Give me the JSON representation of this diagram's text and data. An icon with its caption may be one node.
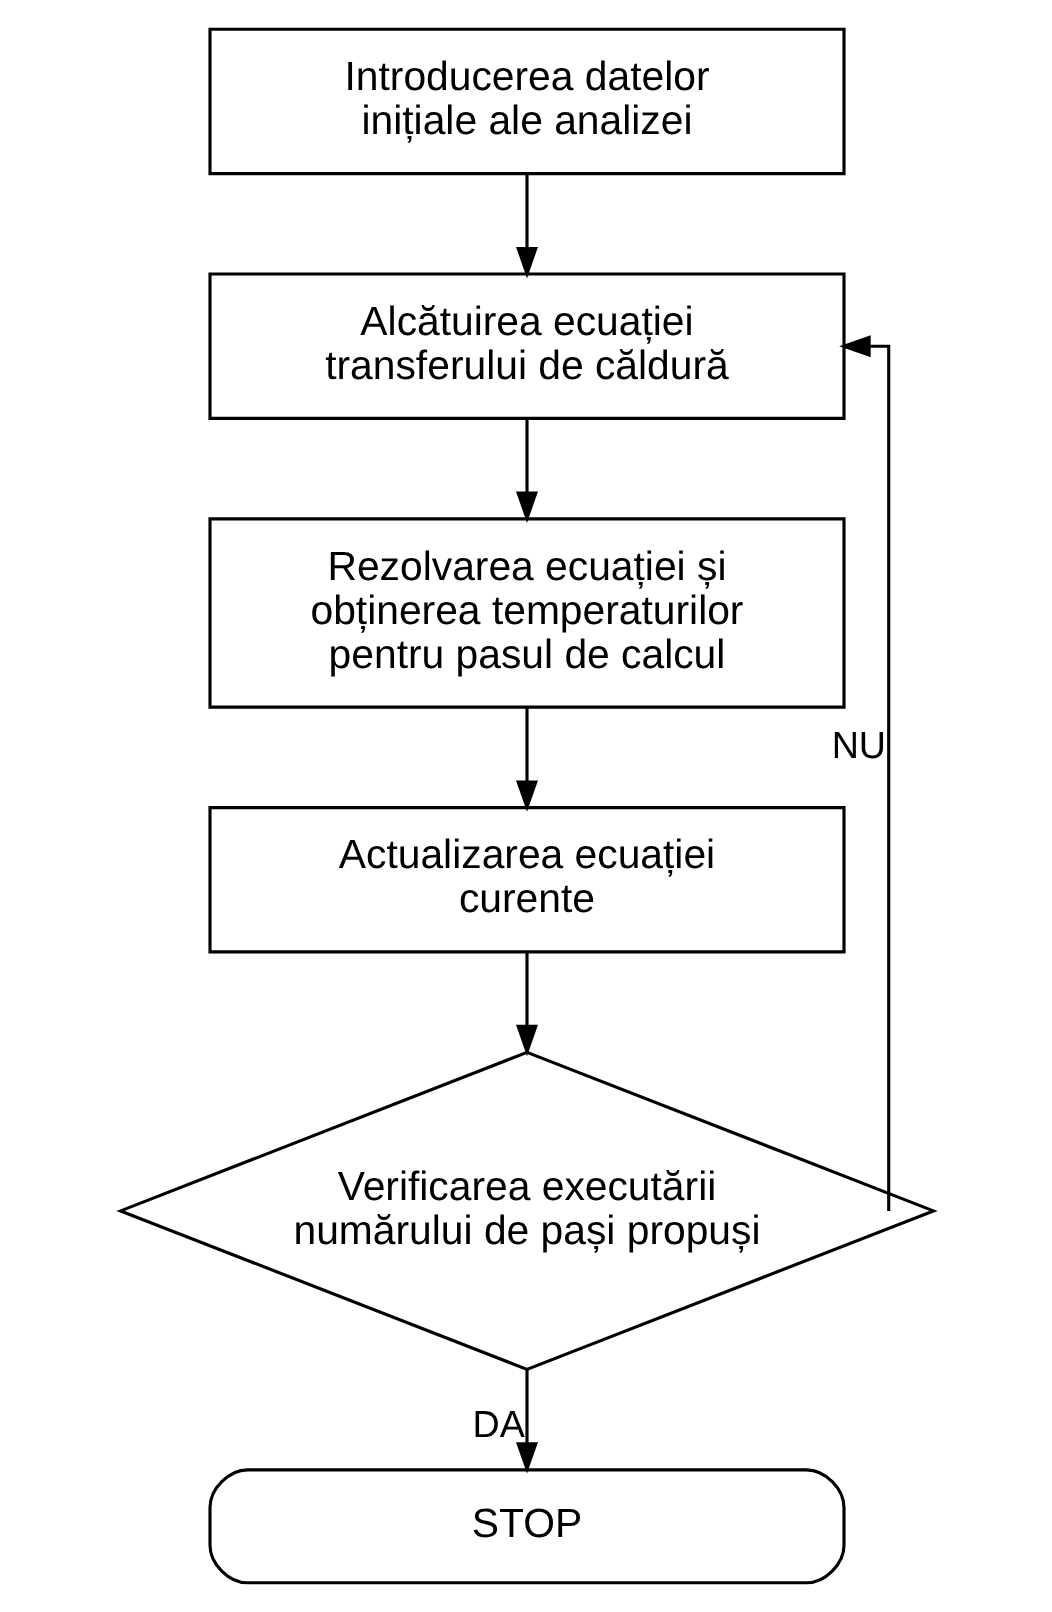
{
  "diagram": {
    "nodes": [
      {
        "text": [
          "Introducerea datelor inițiale ale analizei"
        ]
      },
      {
        "text": [
          "Alcătuirea ecuației transferului de căldură"
        ]
      },
      {
        "text": [
          "Rezolvarea ecuației și obținerea temperaturilor pentru pasul de calcul"
        ]
      },
      {
        "text": [
          "Actualizarea ecuației curente"
        ]
      },
      {
        "text": [
          "Verificarea executării numărului de pași propuși"
        ]
      },
      {
        "text": [
          "STOP"
        ]
      }
    ],
    "edges": [
      {
        "from": 0,
        "to": 1,
        "arrow": "to"
      },
      {
        "from": 1,
        "to": 2,
        "arrow": "to"
      },
      {
        "from": 2,
        "to": 3,
        "arrow": "to"
      },
      {
        "from": 3,
        "to": 4,
        "arrow": "to"
      },
      {
        "from": 4,
        "to": 5,
        "arrow": "to",
        "label": "DA"
      },
      {
        "from": 4,
        "to": 1,
        "arrow": "to",
        "label": "NU"
      }
    ]
  }
}
